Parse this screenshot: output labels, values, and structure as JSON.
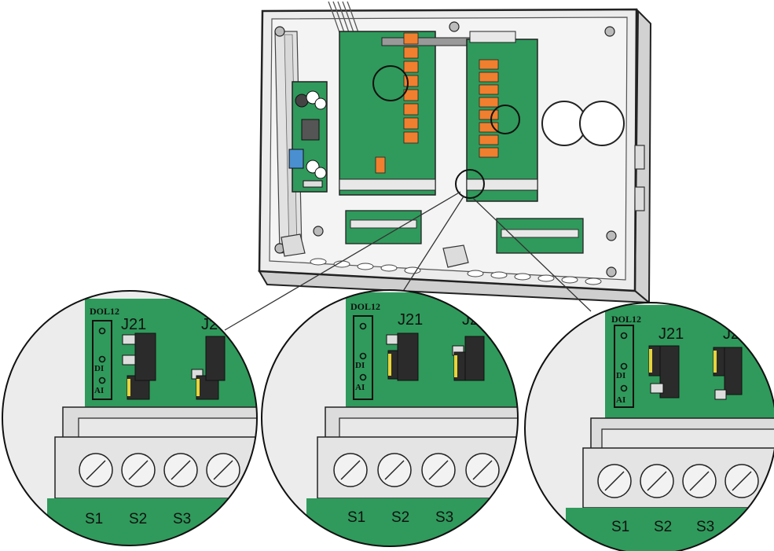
{
  "colors": {
    "pcb_green": "#2f9a5b",
    "relay_orange": "#f07f2f",
    "enclosure_gray": "#e6e6e6",
    "jumper_black": "#2b2b2b",
    "jumper_yellow": "#e8d43a"
  },
  "details": [
    {
      "connector_label": "DOL12",
      "jumper_label": "J21",
      "jumper_label_cut": "J2",
      "pin_di": "DI",
      "pin_ai": "AI",
      "terminals": [
        "S1",
        "S2",
        "S3"
      ],
      "jumper_position": "AI"
    },
    {
      "connector_label": "DOL12",
      "jumper_label": "J21",
      "jumper_label_cut": "J2",
      "pin_di": "DI",
      "pin_ai": "AI",
      "terminals": [
        "S1",
        "S2",
        "S3"
      ],
      "jumper_position": "DI-AI"
    },
    {
      "connector_label": "DOL12",
      "jumper_label": "J21",
      "jumper_label_cut": "J2",
      "pin_di": "DI",
      "pin_ai": "AI",
      "terminals": [
        "S1",
        "S2",
        "S3"
      ],
      "jumper_position": "DI"
    }
  ]
}
